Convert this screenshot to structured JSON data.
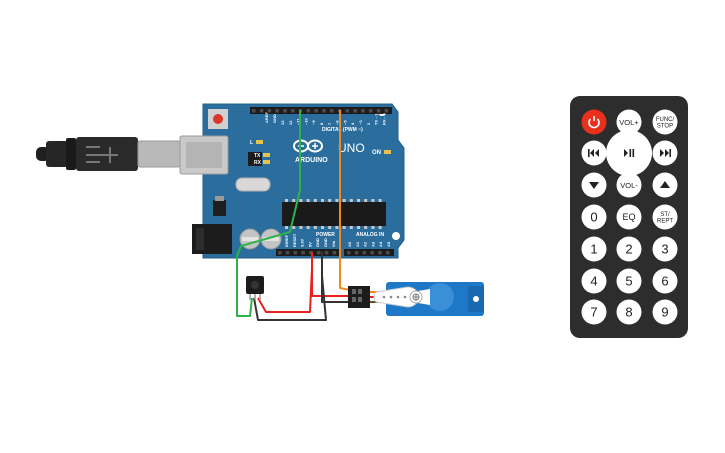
{
  "arduino": {
    "brand": "ARDUINO",
    "model": "UNO",
    "on_label": "ON",
    "digital_label": "DIGITAL (PWM ~)",
    "power_label": "POWER",
    "analog_label": "ANALOG IN",
    "tx_label": "TX",
    "rx_label": "RX",
    "l_label": "L",
    "aref_label": "AREF",
    "gnd_label": "GND",
    "digital_pins": [
      "13",
      "12",
      "~11",
      "~10",
      "~9",
      "8",
      "7",
      "~6",
      "~5",
      "4",
      "~3",
      "2",
      "TX→1",
      "RX←0"
    ],
    "power_pins": [
      "IOREF",
      "RESET",
      "3.3V",
      "5V",
      "GND",
      "GND",
      "Vin"
    ],
    "analog_pins": [
      "A0",
      "A1",
      "A2",
      "A3",
      "A4",
      "A5"
    ]
  },
  "remote": {
    "rows": [
      [
        {
          "label": "",
          "icon": "power-icon",
          "name": "power-button",
          "red": true
        },
        {
          "label": "VOL+",
          "name": "vol-up-button"
        },
        {
          "label": "FUNC/STOP",
          "name": "func-stop-button"
        }
      ],
      [
        {
          "label": "",
          "icon": "previous-icon",
          "name": "previous-button"
        },
        {
          "label": "",
          "icon": "play-pause-icon",
          "name": "play-pause-button"
        },
        {
          "label": "",
          "icon": "next-icon",
          "name": "next-button"
        }
      ],
      [
        {
          "label": "",
          "icon": "down-arrow-icon",
          "name": "down-button"
        },
        {
          "label": "VOL-",
          "name": "vol-down-button"
        },
        {
          "label": "",
          "icon": "up-arrow-icon",
          "name": "up-button"
        }
      ],
      [
        {
          "label": "0",
          "name": "digit-0-button"
        },
        {
          "label": "EQ",
          "name": "eq-button"
        },
        {
          "label": "ST/REPT",
          "name": "st-rept-button"
        }
      ],
      [
        {
          "label": "1",
          "name": "digit-1-button"
        },
        {
          "label": "2",
          "name": "digit-2-button"
        },
        {
          "label": "3",
          "name": "digit-3-button"
        }
      ],
      [
        {
          "label": "4",
          "name": "digit-4-button"
        },
        {
          "label": "5",
          "name": "digit-5-button"
        },
        {
          "label": "6",
          "name": "digit-6-button"
        }
      ],
      [
        {
          "label": "7",
          "name": "digit-7-button"
        },
        {
          "label": "8",
          "name": "digit-8-button"
        },
        {
          "label": "9",
          "name": "digit-9-button"
        }
      ]
    ]
  },
  "colors": {
    "board": "#2b6e9e",
    "wire_green": "#2eb24a",
    "wire_orange": "#f08a1c",
    "wire_red": "#e8201e",
    "wire_black": "#333333",
    "servo": "#1e78c8",
    "remote_body": "#2d2d2d",
    "power_red": "#e8301c"
  }
}
